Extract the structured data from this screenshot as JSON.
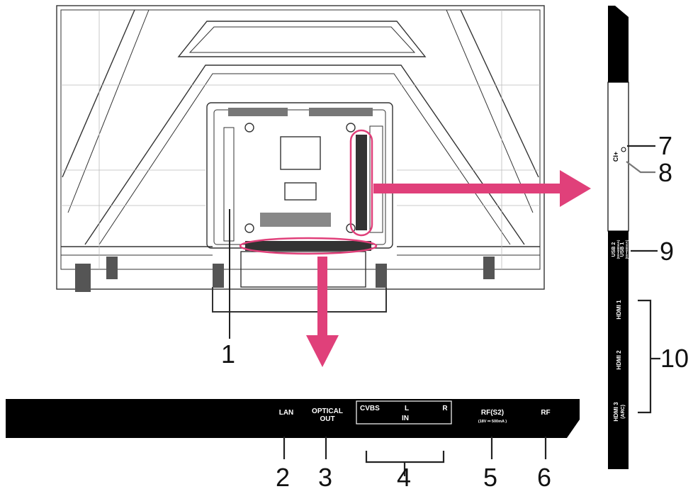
{
  "callouts": {
    "c1": "1",
    "c2": "2",
    "c3": "3",
    "c4": "4",
    "c5": "5",
    "c6": "6",
    "c7": "7",
    "c8": "8",
    "c9": "9",
    "c10": "10"
  },
  "bottom_panel": {
    "lan": "LAN",
    "optical_line1": "OPTICAL",
    "optical_line2": "OUT",
    "cvbs": "CVBS",
    "l": "L",
    "r": "R",
    "in": "IN",
    "rf_s2": "RF(S2)",
    "rf_s2_spec": "(18V ⎓ 500mA )",
    "rf": "RF"
  },
  "side_panel": {
    "ci": "CI+",
    "usb2": "USB 2",
    "usb2_spec": "(5V⎓500mA)",
    "usb1": "USB 1",
    "usb1_spec": "(5V⎓500mA)",
    "hdmi1": "HDMI 1",
    "hdmi2": "HDMI 2",
    "hdmi3": "HDMI 3",
    "hdmi3_sub": "(ARC)"
  },
  "colors": {
    "arrow": "#e0407a",
    "panel": "#000000",
    "line": "#222222"
  }
}
